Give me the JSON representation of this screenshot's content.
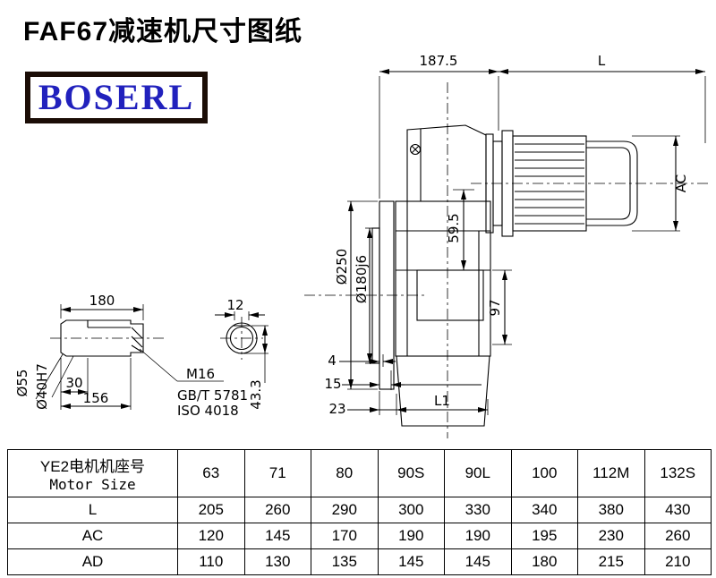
{
  "title": "FAF67减速机尺寸图纸",
  "logo": {
    "text": "BOSERL"
  },
  "drawing": {
    "top": {
      "width_187": "187.5",
      "length_L": "L"
    },
    "motor": {
      "ac": "AC"
    },
    "flange": {
      "d250": "Ø250",
      "d180": "Ø180j6"
    },
    "vertical": {
      "d59": "59.5",
      "d97": "97"
    },
    "bottom": {
      "d4": "4",
      "d15": "15",
      "d23": "23",
      "l1": "L1"
    },
    "shaft": {
      "len180": "180",
      "key12": "12",
      "d55": "Ø55",
      "d40": "Ø40H7",
      "len30": "30",
      "len156": "156",
      "thread": "M16",
      "std_gb": "GB/T 5781",
      "std_iso": "ISO 4018",
      "key433": "43.3"
    }
  },
  "table": {
    "header_cn": "YE2电机机座号",
    "header_en": "Motor Size",
    "columns": [
      "63",
      "71",
      "80",
      "90S",
      "90L",
      "100",
      "112M",
      "132S"
    ],
    "rows": [
      {
        "label": "L",
        "values": [
          "205",
          "260",
          "290",
          "300",
          "330",
          "340",
          "380",
          "430"
        ]
      },
      {
        "label": "AC",
        "values": [
          "120",
          "145",
          "170",
          "190",
          "190",
          "195",
          "230",
          "260"
        ]
      },
      {
        "label": "AD",
        "values": [
          "110",
          "130",
          "135",
          "145",
          "145",
          "180",
          "215",
          "210"
        ]
      }
    ]
  }
}
